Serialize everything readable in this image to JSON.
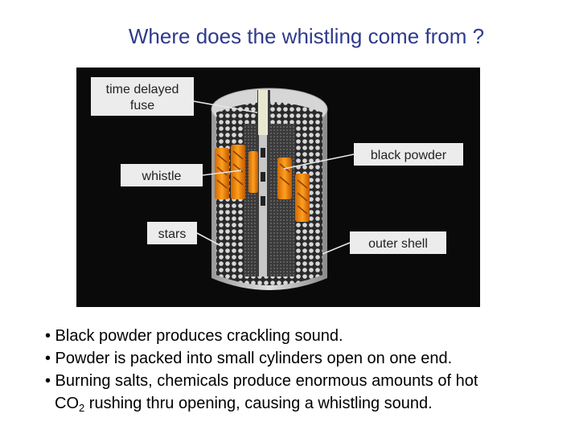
{
  "title": "Where does the whistling come from ?",
  "diagram": {
    "labels": {
      "fuse_line1": "time delayed",
      "fuse_line2": "fuse",
      "whistle": "whistle",
      "stars": "stars",
      "black_powder": "black powder",
      "outer_shell": "outer shell"
    },
    "colors": {
      "background": "#0a0a0a",
      "label_box": "#ececec",
      "shell": "#c8c8c8",
      "whistle": "#f08a00",
      "stars": "#d8d8d8"
    }
  },
  "bullets": {
    "b1": "• Black powder produces crackling sound.",
    "b2": "• Powder is packed into small cylinders open on one end.",
    "b3": "• Burning salts, chemicals produce enormous amounts of hot",
    "b4_pre": "CO",
    "b4_sub": "2",
    "b4_post": " rushing thru opening, causing a whistling sound."
  }
}
